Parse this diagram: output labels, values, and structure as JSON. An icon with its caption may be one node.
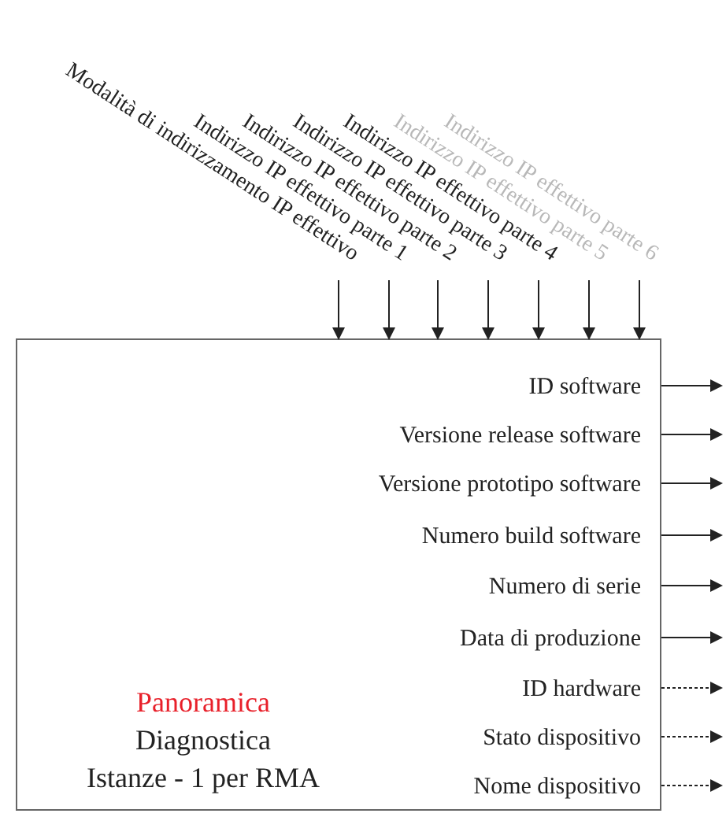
{
  "diagram": {
    "nodes": [
      {
        "text": [
          "Modalità di indirizzamento IP effettivo"
        ]
      },
      {
        "text": [
          "Indirizzo IP effettivo parte 1"
        ]
      },
      {
        "text": [
          "Indirizzo IP effettivo parte 2"
        ]
      },
      {
        "text": [
          "Indirizzo IP effettivo parte 3"
        ]
      },
      {
        "text": [
          "Indirizzo IP effettivo parte 4"
        ]
      },
      {
        "text": [
          "Indirizzo IP effettivo parte 5"
        ]
      },
      {
        "text": [
          "Indirizzo IP effettivo parte 6"
        ]
      },
      {
        "text": [
          "Panoramica",
          "Diagnostica",
          "Istanze - 1 per RMA"
        ]
      },
      {
        "text": [
          "ID software"
        ],
        "in": 7
      },
      {
        "text": [
          "Versione release software"
        ],
        "in": 7
      },
      {
        "text": [
          "Versione prototipo software"
        ],
        "in": 7
      },
      {
        "text": [
          "Numero build software"
        ],
        "in": 7
      },
      {
        "text": [
          "Numero di serie"
        ],
        "in": 7
      },
      {
        "text": [
          "Data di produzione"
        ],
        "in": 7
      },
      {
        "text": [
          "ID hardware"
        ],
        "in": 7
      },
      {
        "text": [
          "Stato dispositivo"
        ],
        "in": 7
      },
      {
        "text": [
          "Nome dispositivo"
        ],
        "in": 7
      }
    ],
    "edges": [
      {
        "from": 0,
        "to": 7,
        "arrow": "to"
      },
      {
        "from": 1,
        "to": 7,
        "arrow": "to"
      },
      {
        "from": 2,
        "to": 7,
        "arrow": "to"
      },
      {
        "from": 3,
        "to": 7,
        "arrow": "to"
      },
      {
        "from": 4,
        "to": 7,
        "arrow": "to"
      },
      {
        "from": 5,
        "to": 7,
        "arrow": "to"
      },
      {
        "from": 6,
        "to": 7,
        "arrow": "to"
      },
      {
        "from": 8,
        "to": null,
        "arrow": "to"
      },
      {
        "from": 9,
        "to": null,
        "arrow": "to"
      },
      {
        "from": 10,
        "to": null,
        "arrow": "to"
      },
      {
        "from": 11,
        "to": null,
        "arrow": "to"
      },
      {
        "from": 12,
        "to": null,
        "arrow": "to"
      },
      {
        "from": 13,
        "to": null,
        "arrow": "to"
      },
      {
        "from": 14,
        "to": null,
        "arrow": "to",
        "style": "dashed"
      },
      {
        "from": 15,
        "to": null,
        "arrow": "to",
        "style": "dashed"
      },
      {
        "from": 16,
        "to": null,
        "arrow": "to",
        "style": "dashed"
      }
    ]
  }
}
